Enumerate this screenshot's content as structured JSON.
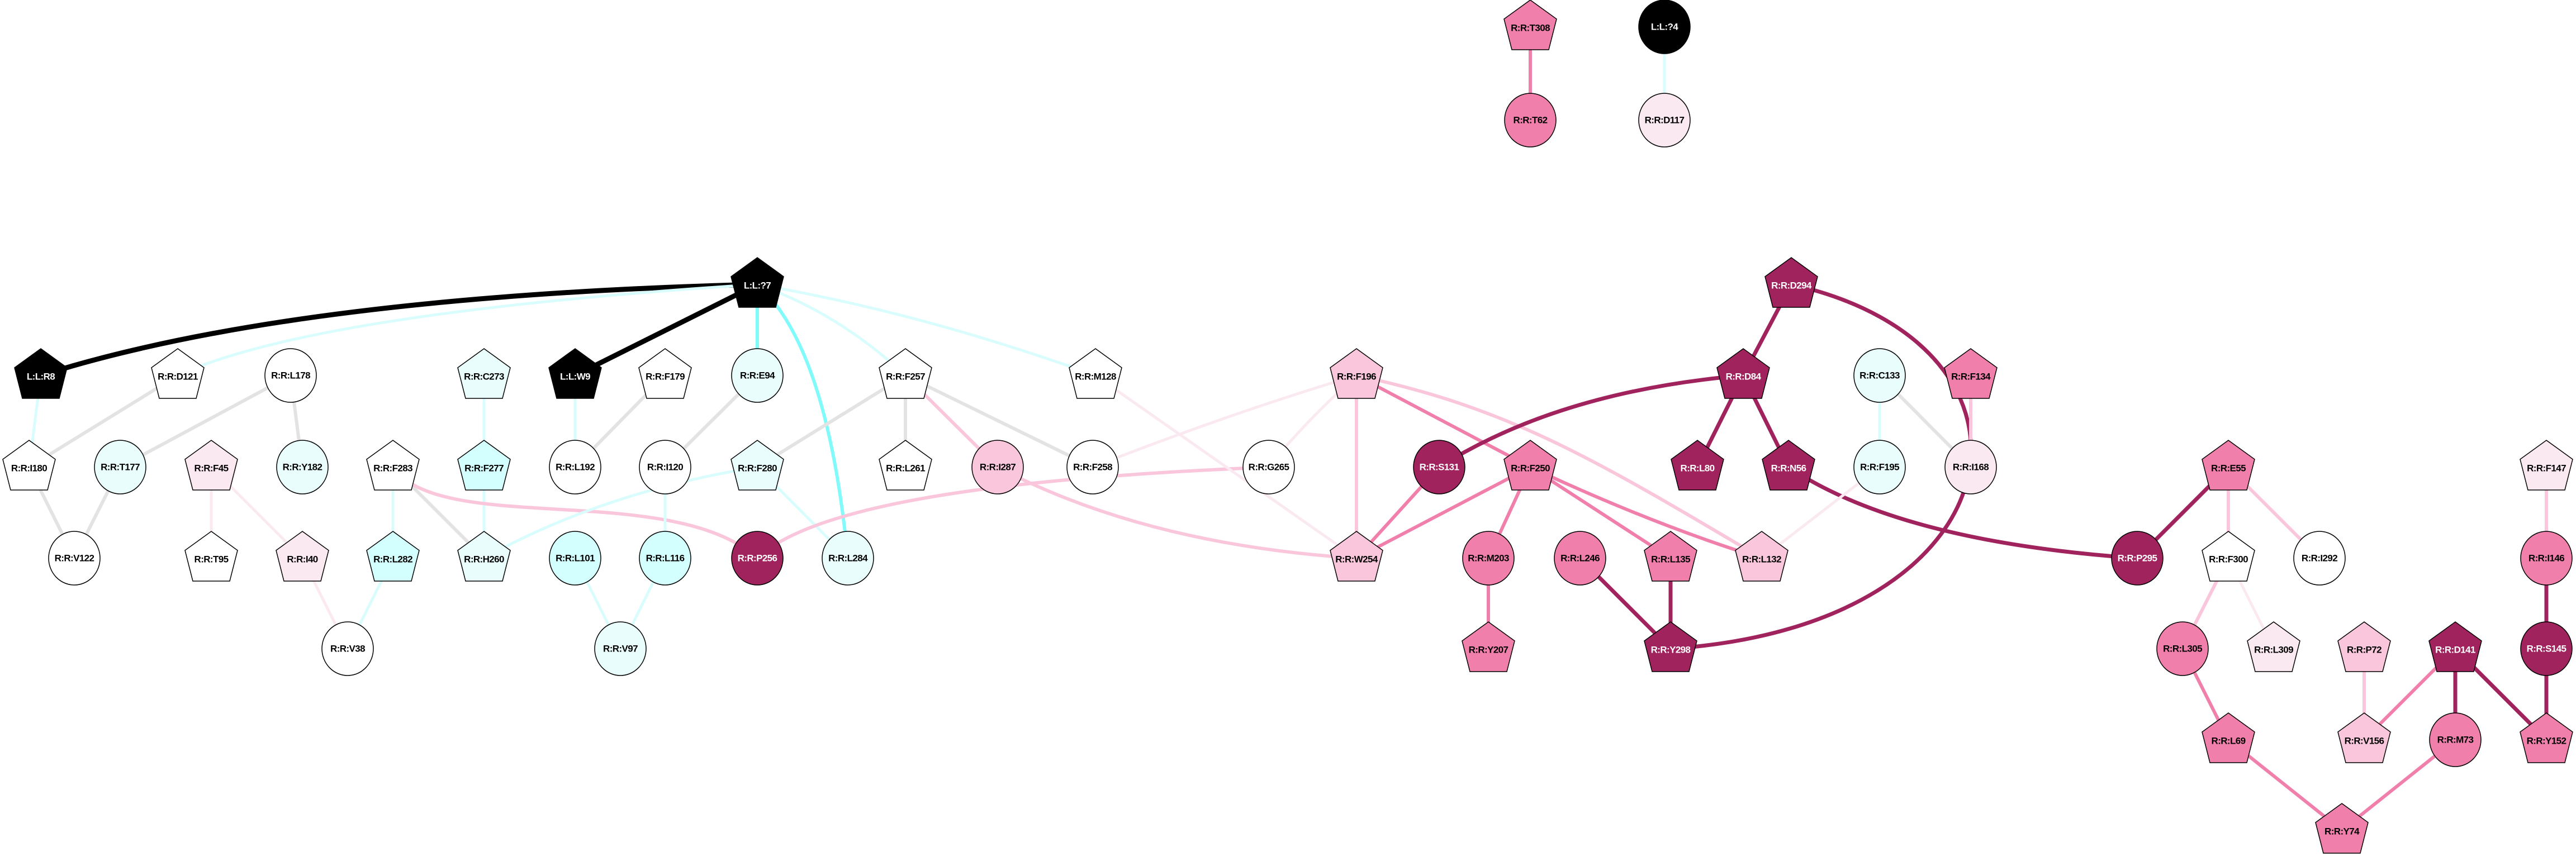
{
  "palette": {
    "ligand": "#000000",
    "dark": "#a0235e",
    "mid": "#f07fab",
    "light": "#f9c6db",
    "pale": "#fbe9f1",
    "cyan": "#d3fffe",
    "cyan_pale": "#e8fdfc",
    "white": "#ffffff"
  },
  "edge_colors": {
    "black": "#000000",
    "cyan": "#80fafa",
    "cyan_light": "#d9fdfd",
    "gray": "#e3e3e3",
    "dark": "#a0235e",
    "mid": "#f07fab",
    "light": "#f9c6db",
    "pale": "#fbe9f1"
  },
  "nodes": [
    {
      "id": "R:R:T308",
      "shape": "pentagon",
      "fill": "mid"
    },
    {
      "id": "L:L:?4",
      "shape": "circle",
      "fill": "ligand"
    },
    {
      "id": "R:R:T62",
      "shape": "circle",
      "fill": "mid"
    },
    {
      "id": "R:R:D117",
      "shape": "circle",
      "fill": "pale"
    },
    {
      "id": "L:L:?7",
      "shape": "pentagon",
      "fill": "ligand"
    },
    {
      "id": "R:R:D294",
      "shape": "pentagon",
      "fill": "dark"
    },
    {
      "id": "L:L:R8",
      "shape": "pentagon",
      "fill": "ligand"
    },
    {
      "id": "R:R:D121",
      "shape": "pentagon",
      "fill": "white"
    },
    {
      "id": "R:R:L178",
      "shape": "circle",
      "fill": "white"
    },
    {
      "id": "R:R:C273",
      "shape": "pentagon",
      "fill": "cyan_pale"
    },
    {
      "id": "L:L:W9",
      "shape": "pentagon",
      "fill": "ligand"
    },
    {
      "id": "R:R:F179",
      "shape": "pentagon",
      "fill": "white"
    },
    {
      "id": "R:R:E94",
      "shape": "circle",
      "fill": "cyan_pale"
    },
    {
      "id": "R:R:F257",
      "shape": "pentagon",
      "fill": "white"
    },
    {
      "id": "R:R:M128",
      "shape": "pentagon",
      "fill": "white"
    },
    {
      "id": "R:R:F196",
      "shape": "pentagon",
      "fill": "light"
    },
    {
      "id": "R:R:D84",
      "shape": "pentagon",
      "fill": "dark"
    },
    {
      "id": "R:R:C133",
      "shape": "circle",
      "fill": "cyan_pale"
    },
    {
      "id": "R:R:F134",
      "shape": "pentagon",
      "fill": "mid"
    },
    {
      "id": "R:R:I180",
      "shape": "pentagon",
      "fill": "white"
    },
    {
      "id": "R:R:T177",
      "shape": "circle",
      "fill": "cyan_pale"
    },
    {
      "id": "R:R:F45",
      "shape": "pentagon",
      "fill": "pale"
    },
    {
      "id": "R:R:Y182",
      "shape": "circle",
      "fill": "cyan_pale"
    },
    {
      "id": "R:R:F283",
      "shape": "pentagon",
      "fill": "white"
    },
    {
      "id": "R:R:F277",
      "shape": "pentagon",
      "fill": "cyan"
    },
    {
      "id": "R:R:L192",
      "shape": "circle",
      "fill": "white"
    },
    {
      "id": "R:R:I120",
      "shape": "circle",
      "fill": "white"
    },
    {
      "id": "R:R:F280",
      "shape": "pentagon",
      "fill": "cyan_pale"
    },
    {
      "id": "R:R:L261",
      "shape": "pentagon",
      "fill": "white"
    },
    {
      "id": "R:R:I287",
      "shape": "circle",
      "fill": "light"
    },
    {
      "id": "R:R:F258",
      "shape": "circle",
      "fill": "white"
    },
    {
      "id": "R:R:G265",
      "shape": "circle",
      "fill": "white"
    },
    {
      "id": "R:R:S131",
      "shape": "circle",
      "fill": "dark"
    },
    {
      "id": "R:R:F250",
      "shape": "pentagon",
      "fill": "mid"
    },
    {
      "id": "R:R:L80",
      "shape": "pentagon",
      "fill": "dark"
    },
    {
      "id": "R:R:N56",
      "shape": "pentagon",
      "fill": "dark"
    },
    {
      "id": "R:R:F195",
      "shape": "circle",
      "fill": "cyan_pale"
    },
    {
      "id": "R:R:I168",
      "shape": "circle",
      "fill": "pale"
    },
    {
      "id": "R:R:E55",
      "shape": "pentagon",
      "fill": "mid"
    },
    {
      "id": "R:R:F147",
      "shape": "pentagon",
      "fill": "pale"
    },
    {
      "id": "R:R:V122",
      "shape": "circle",
      "fill": "white"
    },
    {
      "id": "R:R:T95",
      "shape": "pentagon",
      "fill": "white"
    },
    {
      "id": "R:R:I40",
      "shape": "pentagon",
      "fill": "pale"
    },
    {
      "id": "R:R:L282",
      "shape": "pentagon",
      "fill": "cyan"
    },
    {
      "id": "R:R:H260",
      "shape": "pentagon",
      "fill": "cyan_pale"
    },
    {
      "id": "R:R:L101",
      "shape": "circle",
      "fill": "cyan"
    },
    {
      "id": "R:R:L116",
      "shape": "circle",
      "fill": "cyan"
    },
    {
      "id": "R:R:P256",
      "shape": "circle",
      "fill": "dark"
    },
    {
      "id": "R:R:L284",
      "shape": "circle",
      "fill": "cyan_pale"
    },
    {
      "id": "R:R:W254",
      "shape": "pentagon",
      "fill": "light"
    },
    {
      "id": "R:R:M203",
      "shape": "circle",
      "fill": "mid"
    },
    {
      "id": "R:R:L246",
      "shape": "circle",
      "fill": "mid"
    },
    {
      "id": "R:R:L135",
      "shape": "pentagon",
      "fill": "mid"
    },
    {
      "id": "R:R:L132",
      "shape": "pentagon",
      "fill": "light"
    },
    {
      "id": "R:R:P295",
      "shape": "circle",
      "fill": "dark"
    },
    {
      "id": "R:R:F300",
      "shape": "pentagon",
      "fill": "white"
    },
    {
      "id": "R:R:I292",
      "shape": "circle",
      "fill": "white"
    },
    {
      "id": "R:R:I146",
      "shape": "circle",
      "fill": "mid"
    },
    {
      "id": "R:R:V38",
      "shape": "circle",
      "fill": "white"
    },
    {
      "id": "R:R:V97",
      "shape": "circle",
      "fill": "cyan_pale"
    },
    {
      "id": "R:R:Y207",
      "shape": "pentagon",
      "fill": "mid"
    },
    {
      "id": "R:R:Y298",
      "shape": "pentagon",
      "fill": "dark"
    },
    {
      "id": "R:R:L305",
      "shape": "circle",
      "fill": "mid"
    },
    {
      "id": "R:R:L309",
      "shape": "pentagon",
      "fill": "pale"
    },
    {
      "id": "R:R:P72",
      "shape": "pentagon",
      "fill": "light"
    },
    {
      "id": "R:R:D141",
      "shape": "pentagon",
      "fill": "dark"
    },
    {
      "id": "R:R:S145",
      "shape": "circle",
      "fill": "dark"
    },
    {
      "id": "R:R:L69",
      "shape": "pentagon",
      "fill": "mid"
    },
    {
      "id": "R:R:V156",
      "shape": "pentagon",
      "fill": "light"
    },
    {
      "id": "R:R:M73",
      "shape": "circle",
      "fill": "mid"
    },
    {
      "id": "R:R:Y152",
      "shape": "pentagon",
      "fill": "mid"
    },
    {
      "id": "R:R:Y74",
      "shape": "pentagon",
      "fill": "mid"
    }
  ],
  "edges": [
    [
      "R:R:T308",
      "R:R:T62",
      "mid"
    ],
    [
      "L:L:?4",
      "R:R:D117",
      "cyan_light"
    ],
    [
      "L:L:?7",
      "L:L:R8",
      "black"
    ],
    [
      "L:L:?7",
      "R:R:D121",
      "cyan_light"
    ],
    [
      "L:L:?7",
      "L:L:W9",
      "black"
    ],
    [
      "L:L:?7",
      "R:R:E94",
      "cyan"
    ],
    [
      "L:L:?7",
      "R:R:L284",
      "cyan"
    ],
    [
      "L:L:?7",
      "R:R:F257",
      "cyan_light"
    ],
    [
      "L:L:?7",
      "R:R:M128",
      "cyan_light"
    ],
    [
      "L:L:R8",
      "R:R:I180",
      "cyan_light"
    ],
    [
      "R:R:D121",
      "R:R:I180",
      "gray"
    ],
    [
      "R:R:L178",
      "R:R:T177",
      "gray"
    ],
    [
      "R:R:L178",
      "R:R:Y182",
      "gray"
    ],
    [
      "R:R:I180",
      "R:R:V122",
      "gray"
    ],
    [
      "R:R:T177",
      "R:R:V122",
      "gray"
    ],
    [
      "R:R:F45",
      "R:R:T95",
      "pale"
    ],
    [
      "R:R:F45",
      "R:R:I40",
      "pale"
    ],
    [
      "R:R:I40",
      "R:R:V38",
      "pale"
    ],
    [
      "R:R:L282",
      "R:R:V38",
      "cyan_light"
    ],
    [
      "R:R:C273",
      "R:R:F277",
      "cyan_light"
    ],
    [
      "R:R:F277",
      "R:R:H260",
      "cyan_light"
    ],
    [
      "R:R:F283",
      "R:R:L282",
      "cyan_light"
    ],
    [
      "R:R:F283",
      "R:R:H260",
      "gray"
    ],
    [
      "R:R:F283",
      "R:R:P256",
      "light"
    ],
    [
      "L:L:W9",
      "R:R:L192",
      "cyan_light"
    ],
    [
      "R:R:F179",
      "R:R:L192",
      "gray"
    ],
    [
      "R:R:E94",
      "R:R:I120",
      "gray"
    ],
    [
      "R:R:I120",
      "R:R:L116",
      "cyan_light"
    ],
    [
      "R:R:F280",
      "R:R:H260",
      "cyan_light"
    ],
    [
      "R:R:F280",
      "R:R:L284",
      "cyan_light"
    ],
    [
      "R:R:F257",
      "R:R:F280",
      "gray"
    ],
    [
      "R:R:L101",
      "R:R:V97",
      "cyan_light"
    ],
    [
      "R:R:L116",
      "R:R:V97",
      "cyan_light"
    ],
    [
      "R:R:P256",
      "R:R:G265",
      "light"
    ],
    [
      "R:R:I287",
      "R:R:W254",
      "light"
    ],
    [
      "R:R:F257",
      "R:R:L261",
      "gray"
    ],
    [
      "R:R:F257",
      "R:R:I287",
      "light"
    ],
    [
      "R:R:F257",
      "R:R:F258",
      "gray"
    ],
    [
      "R:R:M128",
      "R:R:W254",
      "pale"
    ],
    [
      "R:R:F196",
      "R:R:G265",
      "pale"
    ],
    [
      "R:R:F196",
      "R:R:F258",
      "pale"
    ],
    [
      "R:R:F196",
      "R:R:W254",
      "light"
    ],
    [
      "R:R:F196",
      "R:R:F250",
      "mid"
    ],
    [
      "R:R:F196",
      "R:R:L132",
      "light"
    ],
    [
      "R:R:S131",
      "R:R:D84",
      "dark"
    ],
    [
      "R:R:S131",
      "R:R:W254",
      "mid"
    ],
    [
      "R:R:F250",
      "R:R:W254",
      "mid"
    ],
    [
      "R:R:F250",
      "R:R:M203",
      "mid"
    ],
    [
      "R:R:F250",
      "R:R:L135",
      "mid"
    ],
    [
      "R:R:F250",
      "R:R:L132",
      "mid"
    ],
    [
      "R:R:M203",
      "R:R:Y207",
      "mid"
    ],
    [
      "R:R:L246",
      "R:R:Y298",
      "dark"
    ],
    [
      "R:R:L135",
      "R:R:Y298",
      "dark"
    ],
    [
      "R:R:D294",
      "R:R:D84",
      "dark"
    ],
    [
      "R:R:D294",
      "R:R:Y298",
      "dark"
    ],
    [
      "R:R:D84",
      "R:R:L80",
      "dark"
    ],
    [
      "R:R:D84",
      "R:R:N56",
      "dark"
    ],
    [
      "R:R:N56",
      "R:R:P295",
      "dark"
    ],
    [
      "R:R:C133",
      "R:R:F195",
      "cyan_light"
    ],
    [
      "R:R:C133",
      "R:R:I168",
      "gray"
    ],
    [
      "R:R:F134",
      "R:R:I168",
      "light"
    ],
    [
      "R:R:F195",
      "R:R:L132",
      "pale"
    ],
    [
      "R:R:E55",
      "R:R:P295",
      "dark"
    ],
    [
      "R:R:E55",
      "R:R:F300",
      "light"
    ],
    [
      "R:R:E55",
      "R:R:I292",
      "light"
    ],
    [
      "R:R:F300",
      "R:R:L305",
      "light"
    ],
    [
      "R:R:F300",
      "R:R:L309",
      "pale"
    ],
    [
      "R:R:L305",
      "R:R:L69",
      "mid"
    ],
    [
      "R:R:L69",
      "R:R:Y74",
      "mid"
    ],
    [
      "R:R:M73",
      "R:R:Y74",
      "mid"
    ],
    [
      "R:R:P72",
      "R:R:V156",
      "light"
    ],
    [
      "R:R:D141",
      "R:R:V156",
      "mid"
    ],
    [
      "R:R:D141",
      "R:R:M73",
      "dark"
    ],
    [
      "R:R:D141",
      "R:R:Y152",
      "dark"
    ],
    [
      "R:R:F147",
      "R:R:I146",
      "light"
    ],
    [
      "R:R:I146",
      "R:R:S145",
      "dark"
    ],
    [
      "R:R:S145",
      "R:R:Y152",
      "dark"
    ]
  ]
}
